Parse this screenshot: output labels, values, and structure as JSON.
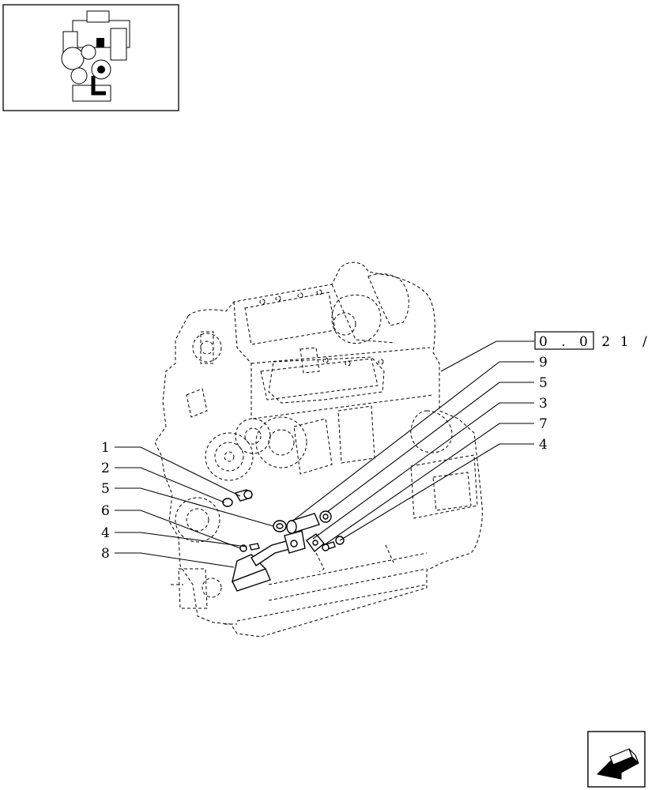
{
  "reference": {
    "boxed": "0 . 0 2",
    "suffix": ". 1 /"
  },
  "callouts": {
    "left": [
      "1",
      "2",
      "5",
      "6",
      "4",
      "8"
    ],
    "right": [
      "9",
      "5",
      "3",
      "7",
      "4"
    ]
  },
  "icons": {
    "thumbnail": "engine-thumbnail-icon",
    "navigation": "next-page-arrow-icon"
  }
}
